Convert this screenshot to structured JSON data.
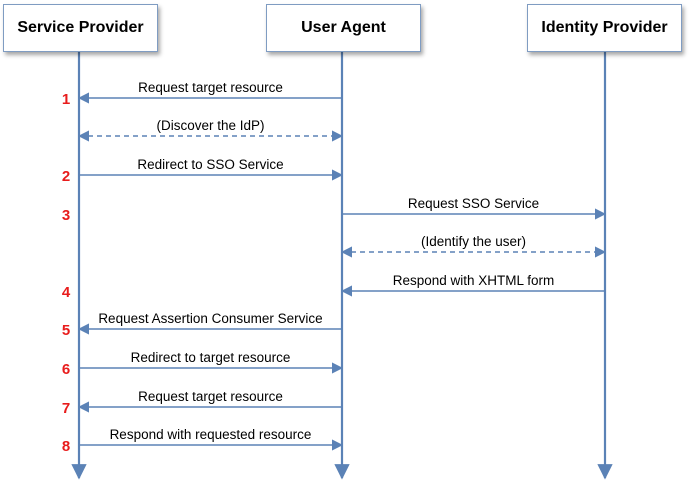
{
  "colors": {
    "line": "#5b82b6",
    "step_number": "#e81c1c",
    "box_border": "#7f9cc2"
  },
  "actors": [
    {
      "id": "sp",
      "label": "Service Provider"
    },
    {
      "id": "ua",
      "label": "User Agent"
    },
    {
      "id": "idp",
      "label": "Identity Provider"
    }
  ],
  "messages": [
    {
      "step": "1",
      "label": "Request target resource",
      "from": "ua",
      "to": "sp",
      "style": "solid"
    },
    {
      "step": "",
      "label": "(Discover the IdP)",
      "from": "sp",
      "to": "ua",
      "style": "dashed-both"
    },
    {
      "step": "2",
      "label": "Redirect to SSO Service",
      "from": "sp",
      "to": "ua",
      "style": "solid"
    },
    {
      "step": "3",
      "label": "Request SSO Service",
      "from": "ua",
      "to": "idp",
      "style": "solid"
    },
    {
      "step": "",
      "label": "(Identify the user)",
      "from": "ua",
      "to": "idp",
      "style": "dashed-both"
    },
    {
      "step": "4",
      "label": "Respond with XHTML form",
      "from": "idp",
      "to": "ua",
      "style": "solid"
    },
    {
      "step": "5",
      "label": "Request Assertion Consumer Service",
      "from": "ua",
      "to": "sp",
      "style": "solid"
    },
    {
      "step": "6",
      "label": "Redirect to target resource",
      "from": "sp",
      "to": "ua",
      "style": "solid"
    },
    {
      "step": "7",
      "label": "Request target resource",
      "from": "ua",
      "to": "sp",
      "style": "solid"
    },
    {
      "step": "8",
      "label": "Respond with requested resource",
      "from": "sp",
      "to": "ua",
      "style": "solid"
    }
  ]
}
